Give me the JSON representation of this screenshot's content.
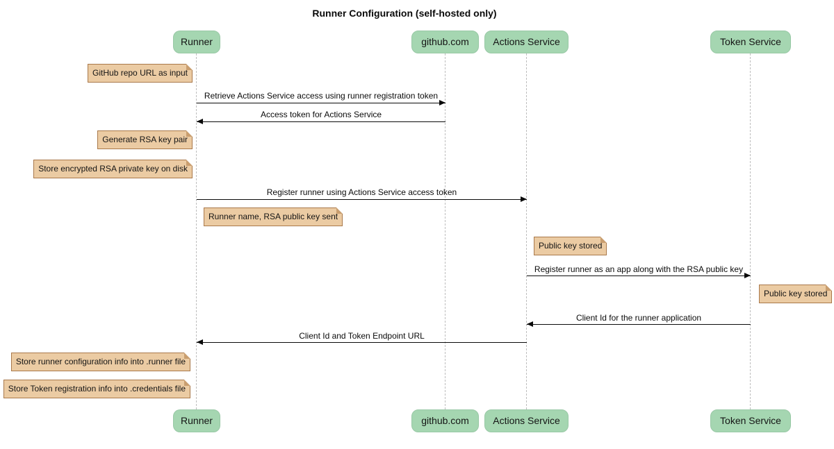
{
  "diagram_type": "sequence",
  "title": "Runner Configuration (self-hosted only)",
  "colors": {
    "participant_fill": "#a5d6b1",
    "note_fill": "#ebcba3",
    "note_border": "#a9784a",
    "lifeline": "#bdbdbd",
    "arrow": "#0a0a0a",
    "background": "#ffffff"
  },
  "participants": [
    {
      "label": "Runner"
    },
    {
      "label": "github.com"
    },
    {
      "label": "Actions Service"
    },
    {
      "label": "Token Service"
    }
  ],
  "messages": [
    {
      "from": "Runner",
      "to": "github.com",
      "direction": "right",
      "label": "Retrieve Actions Service access using runner registration token"
    },
    {
      "from": "github.com",
      "to": "Runner",
      "direction": "left",
      "label": "Access token for Actions Service"
    },
    {
      "from": "Runner",
      "to": "Actions Service",
      "direction": "right",
      "label": "Register runner using Actions Service access token"
    },
    {
      "from": "Actions Service",
      "to": "Token Service",
      "direction": "right",
      "label": "Register runner as an app along with the RSA public key"
    },
    {
      "from": "Token Service",
      "to": "Actions Service",
      "direction": "left",
      "label": "Client Id for the runner application"
    },
    {
      "from": "Actions Service",
      "to": "Runner",
      "direction": "left",
      "label": "Client Id and Token Endpoint URL"
    }
  ],
  "notes": [
    {
      "anchor": "Runner",
      "side": "left",
      "label": "GitHub repo URL as input"
    },
    {
      "anchor": "Runner",
      "side": "left",
      "label": "Generate RSA key pair"
    },
    {
      "anchor": "Runner",
      "side": "left",
      "label": "Store encrypted RSA private key on disk"
    },
    {
      "anchor": "Runner",
      "side": "right",
      "label": "Runner name, RSA public key sent"
    },
    {
      "anchor": "Actions Service",
      "side": "right",
      "label": "Public key stored"
    },
    {
      "anchor": "Token Service",
      "side": "right",
      "label": "Public key stored"
    },
    {
      "anchor": "Runner",
      "side": "left",
      "label": "Store runner configuration info into .runner file"
    },
    {
      "anchor": "Runner",
      "side": "left",
      "label": "Store Token registration info into .credentials file"
    }
  ]
}
